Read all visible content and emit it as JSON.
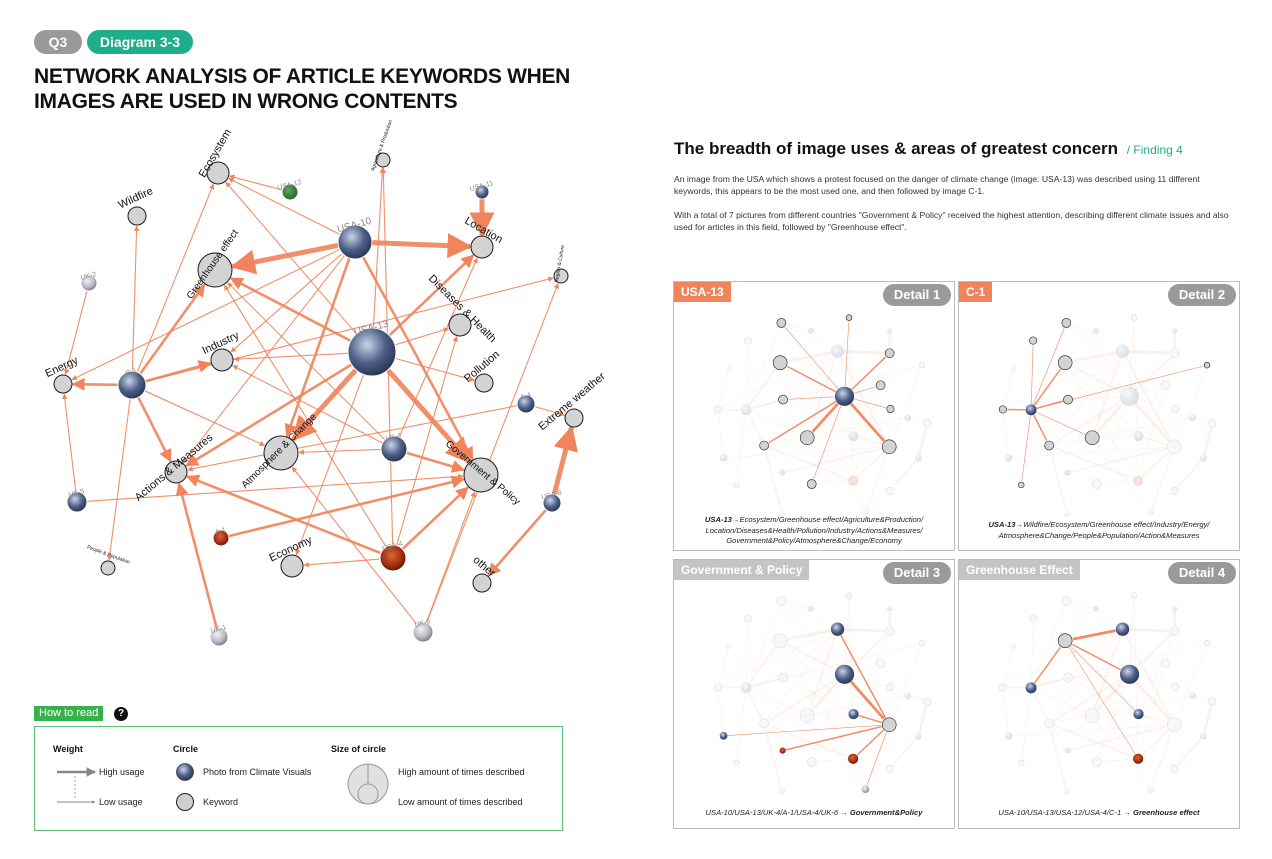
{
  "header": {
    "q_pill": "Q3",
    "diagram_pill": "Diagram 3-3",
    "title_line1": "NETWORK ANALYSIS OF ARTICLE KEYWORDS WHEN",
    "title_line2": "IMAGES ARE USED IN WRONG CONTENTS"
  },
  "colors": {
    "accent": "#f0855d",
    "teal": "#1fae8d",
    "pill_grey": "#9a9a9a",
    "green": "#36b24a",
    "keyword_fill": "#d3d3d3"
  },
  "network": {
    "keywords": [
      {
        "id": "ecosystem",
        "label": "Ecosystem",
        "size": "medium"
      },
      {
        "id": "wildfire",
        "label": "Wildfire",
        "size": "small"
      },
      {
        "id": "greenhouse",
        "label": "Greenhouse effect",
        "size": "large"
      },
      {
        "id": "location",
        "label": "Location",
        "size": "medium"
      },
      {
        "id": "agriculture",
        "label": "Agriculture & Production",
        "size": "tiny"
      },
      {
        "id": "diseases",
        "label": "Diseases & Health",
        "size": "medium"
      },
      {
        "id": "industry",
        "label": "Industry",
        "size": "medium"
      },
      {
        "id": "pollution",
        "label": "Pollution",
        "size": "small"
      },
      {
        "id": "energy",
        "label": "Energy",
        "size": "small"
      },
      {
        "id": "people",
        "label": "People & Population",
        "size": "tiny"
      },
      {
        "id": "extreme",
        "label": "Extreme weather",
        "size": "small"
      },
      {
        "id": "atmosphere",
        "label": "Atmosphere & Change",
        "size": "large"
      },
      {
        "id": "actions",
        "label": "Actions & Measures",
        "size": "medium"
      },
      {
        "id": "government",
        "label": "Government & Policy",
        "size": "large"
      },
      {
        "id": "economy",
        "label": "Economy",
        "size": "medium"
      },
      {
        "id": "other",
        "label": "other",
        "size": "small"
      },
      {
        "id": "region",
        "label": "Region & Culture",
        "size": "tiny"
      }
    ],
    "photos": [
      {
        "id": "usa10",
        "label": "USA-10"
      },
      {
        "id": "usa13",
        "label": "USA-13"
      },
      {
        "id": "usa12",
        "label": "USA-12"
      },
      {
        "id": "usa11",
        "label": "USA-11"
      },
      {
        "id": "uk2",
        "label": "UK-2"
      },
      {
        "id": "c1",
        "label": "C-1"
      },
      {
        "id": "a4",
        "label": "A-4"
      },
      {
        "id": "uk4",
        "label": "UK-4"
      },
      {
        "id": "uk5",
        "label": "UK-5"
      },
      {
        "id": "a1",
        "label": "A-1"
      },
      {
        "id": "usa4",
        "label": "USA-4"
      },
      {
        "id": "usa8",
        "label": "USA-8"
      },
      {
        "id": "uk6",
        "label": "UK-6"
      },
      {
        "id": "uk1",
        "label": "UK-1"
      }
    ],
    "edges": [
      [
        "usa10",
        "greenhouse",
        "high"
      ],
      [
        "usa10",
        "location",
        "high"
      ],
      [
        "usa10",
        "ecosystem",
        "low"
      ],
      [
        "usa10",
        "industry",
        "low"
      ],
      [
        "usa10",
        "atmosphere",
        "medium"
      ],
      [
        "usa10",
        "government",
        "medium"
      ],
      [
        "usa10",
        "actions",
        "low"
      ],
      [
        "usa10",
        "energy",
        "low"
      ],
      [
        "usa12",
        "ecosystem",
        "low"
      ],
      [
        "usa11",
        "location",
        "high"
      ],
      [
        "usa13",
        "location",
        "medium"
      ],
      [
        "usa13",
        "greenhouse",
        "medium"
      ],
      [
        "usa13",
        "ecosystem",
        "low"
      ],
      [
        "usa13",
        "agriculture",
        "low"
      ],
      [
        "usa13",
        "diseases",
        "low"
      ],
      [
        "usa13",
        "industry",
        "low"
      ],
      [
        "usa13",
        "pollution",
        "low"
      ],
      [
        "usa13",
        "actions",
        "medium"
      ],
      [
        "usa13",
        "atmosphere",
        "high"
      ],
      [
        "usa13",
        "government",
        "high"
      ],
      [
        "usa13",
        "economy",
        "low"
      ],
      [
        "c1",
        "energy",
        "medium"
      ],
      [
        "c1",
        "greenhouse",
        "medium"
      ],
      [
        "c1",
        "industry",
        "medium"
      ],
      [
        "c1",
        "wildfire",
        "low"
      ],
      [
        "c1",
        "ecosystem",
        "low"
      ],
      [
        "c1",
        "actions",
        "medium"
      ],
      [
        "c1",
        "atmosphere",
        "low"
      ],
      [
        "c1",
        "people",
        "low"
      ],
      [
        "c1",
        "region",
        "low"
      ],
      [
        "uk2",
        "energy",
        "low"
      ],
      [
        "uk5",
        "energy",
        "low"
      ],
      [
        "uk5",
        "government",
        "low"
      ],
      [
        "a4",
        "extreme",
        "low"
      ],
      [
        "a4",
        "actions",
        "low"
      ],
      [
        "uk4",
        "government",
        "medium"
      ],
      [
        "uk4",
        "greenhouse",
        "low"
      ],
      [
        "uk4",
        "location",
        "low"
      ],
      [
        "uk4",
        "industry",
        "low"
      ],
      [
        "a1",
        "government",
        "medium"
      ],
      [
        "usa4",
        "government",
        "medium"
      ],
      [
        "usa4",
        "actions",
        "medium"
      ],
      [
        "usa4",
        "economy",
        "low"
      ],
      [
        "usa4",
        "greenhouse",
        "low"
      ],
      [
        "usa4",
        "diseases",
        "low"
      ],
      [
        "usa8",
        "extreme",
        "high"
      ],
      [
        "usa8",
        "other",
        "medium"
      ],
      [
        "uk6",
        "region",
        "low"
      ],
      [
        "uk6",
        "government",
        "low"
      ],
      [
        "uk6",
        "atmosphere",
        "low"
      ],
      [
        "uk1",
        "actions",
        "medium"
      ],
      [
        "usa4",
        "agriculture",
        "low"
      ],
      [
        "uk4",
        "atmosphere",
        "low"
      ]
    ]
  },
  "finding": {
    "title": "The breadth of image uses & areas of greatest concern",
    "tag": "/ Finding 4",
    "paragraph1": "An image from the USA which shows a protest focused on the danger of climate change (image: USA-13) was described using 11 different keywords, this appears to be the most used one, and then followed by image C-1.",
    "paragraph2": "With a total of 7 pictures from different countries \"Government & Policy\" received the highest attention, describing different climate issues and also used for articles in this field, followed by \"Greenhouse effect\"."
  },
  "panels": [
    {
      "label": "USA-13",
      "detail": "Detail 1",
      "caption_bold": "USA-13",
      "caption": "→Ecosystem/Greenhouse effect/Agriculture&Production/ Location/Diseases&Health/Pollution/Industry/Actions&Measures/ Government&Policy/Atmosphere&Change/Economy"
    },
    {
      "label": "C-1",
      "detail": "Detail 2",
      "caption_bold": "USA-13",
      "caption": "→Wildfire/Ecosystem/Greenhouse effect/Industry/Energy/ Atmosphere&Change/People&Population/Action&Measures"
    },
    {
      "label": "Government & Policy",
      "detail": "Detail 3",
      "caption": "USA-10/USA-13/UK-4/A-1/USA-4/UK-6 → ",
      "caption_bold": "Government&Policy"
    },
    {
      "label": "Greenhouse Effect",
      "detail": "Detail 4",
      "caption": "USA-10/USA-13/USA-12/USA-4/C-1 → ",
      "caption_bold": "Greenhouse effect"
    }
  ],
  "legend": {
    "tag": "How to read",
    "qmark": "?",
    "weight_title": "Weight",
    "high_usage": "High usage",
    "low_usage": "Low usage",
    "circle_title": "Circle",
    "photo_label": "Photo from Climate Visuals",
    "keyword_label": "Keyword",
    "size_title": "Size of circle",
    "high_amount": "High amount of times described",
    "low_amount": "Low amount of times described"
  }
}
